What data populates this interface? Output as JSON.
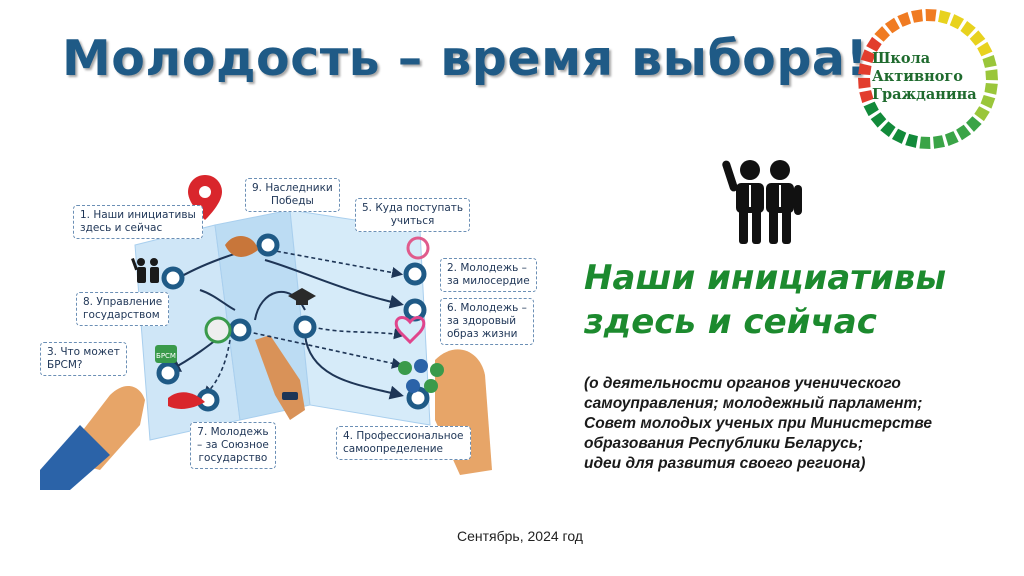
{
  "title": "Молодость – время выбора!",
  "logo": {
    "lines": [
      "Школа",
      "Активного",
      "Гражданина"
    ],
    "arc_colors": [
      "#e8d21e",
      "#9ac63a",
      "#3aa447",
      "#128a3a",
      "#e23d2d",
      "#f07b22"
    ]
  },
  "map": {
    "callouts": [
      {
        "id": "c1",
        "lines": [
          "1. Наши инициативы",
          "здесь и сейчас"
        ]
      },
      {
        "id": "c9",
        "lines": [
          "9. Наследники",
          "Победы"
        ]
      },
      {
        "id": "c5",
        "lines": [
          "5. Куда поступать",
          "учиться"
        ]
      },
      {
        "id": "c2",
        "lines": [
          "2. Молодежь –",
          "за милосердие"
        ]
      },
      {
        "id": "c8",
        "lines": [
          "8. Управление",
          "государством"
        ]
      },
      {
        "id": "c6",
        "lines": [
          "6. Молодежь –",
          "за здоровый",
          "образ жизни"
        ]
      },
      {
        "id": "c3",
        "lines": [
          "3. Что может",
          "БРСМ?"
        ]
      },
      {
        "id": "c7",
        "lines": [
          "7. Молодежь",
          "– за Союзное",
          "государство"
        ]
      },
      {
        "id": "c4",
        "lines": [
          "4. Профессиональное",
          "самоопределение"
        ]
      }
    ],
    "brsm_badge": "БРСМ",
    "colors": {
      "map": "#cfe6f7",
      "map_dark": "#a9cfee",
      "node": "#1f5a86",
      "arrow": "#1e3556",
      "pin": "#d9262c"
    }
  },
  "section": {
    "icon": "people-waving-icon",
    "heading_lines": [
      "Наши инициативы",
      "здесь и сейчас"
    ],
    "description_lines": [
      "(о деятельности органов ученического",
      "самоуправления; молодежный парламент;",
      "Совет молодых ученых при Министерстве",
      "образования Республики Беларусь;",
      "идеи для развития своего региона)"
    ]
  },
  "footer": "Сентябрь, 2024 год"
}
